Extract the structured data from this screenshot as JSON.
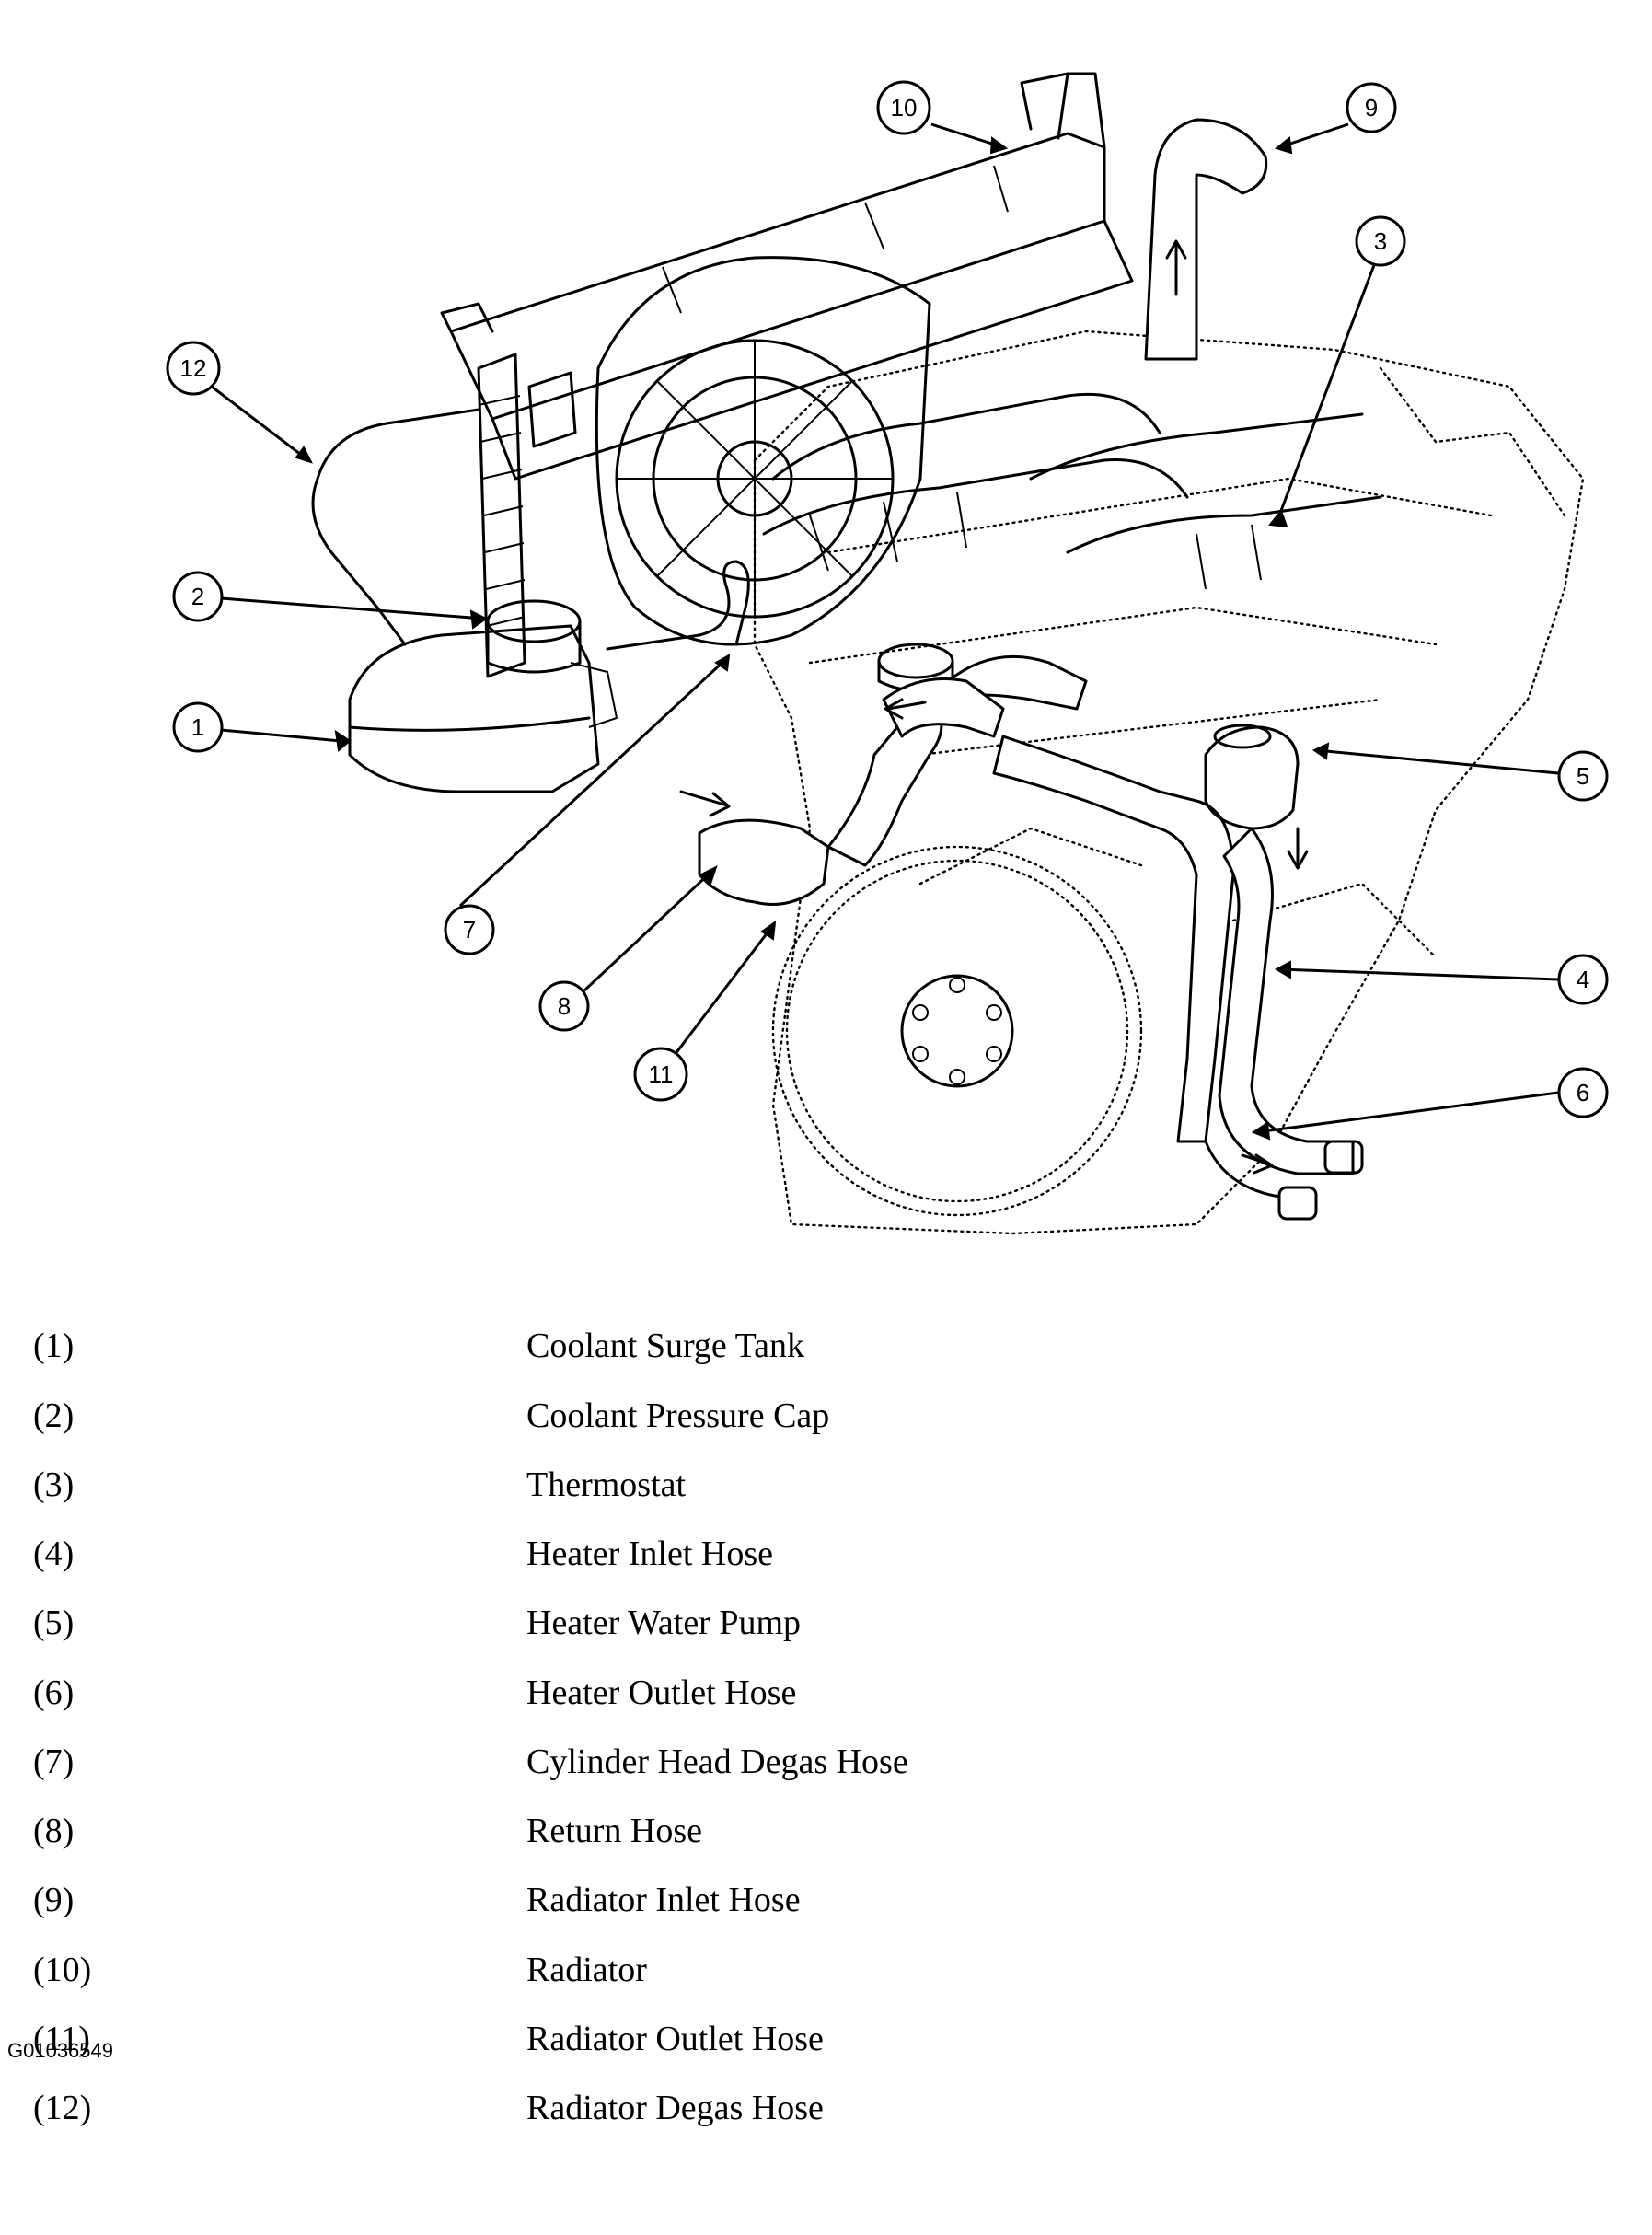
{
  "callout_numbers": [
    "1",
    "2",
    "3",
    "4",
    "5",
    "6",
    "7",
    "8",
    "9",
    "10",
    "11",
    "12"
  ],
  "legend": [
    {
      "num": "(1)",
      "label": "Coolant Surge Tank"
    },
    {
      "num": "(2)",
      "label": "Coolant Pressure Cap"
    },
    {
      "num": "(3)",
      "label": "Thermostat"
    },
    {
      "num": "(4)",
      "label": "Heater Inlet Hose"
    },
    {
      "num": "(5)",
      "label": "Heater Water Pump"
    },
    {
      "num": "(6)",
      "label": "Heater Outlet Hose"
    },
    {
      "num": "(7)",
      "label": "Cylinder Head Degas Hose"
    },
    {
      "num": "(8)",
      "label": "Return Hose"
    },
    {
      "num": "(9)",
      "label": "Radiator Inlet Hose"
    },
    {
      "num": "(10)",
      "label": "Radiator"
    },
    {
      "num": "(11)",
      "label": "Radiator Outlet Hose"
    },
    {
      "num": "(12)",
      "label": "Radiator Degas Hose"
    }
  ],
  "figure_code": "G01036549"
}
